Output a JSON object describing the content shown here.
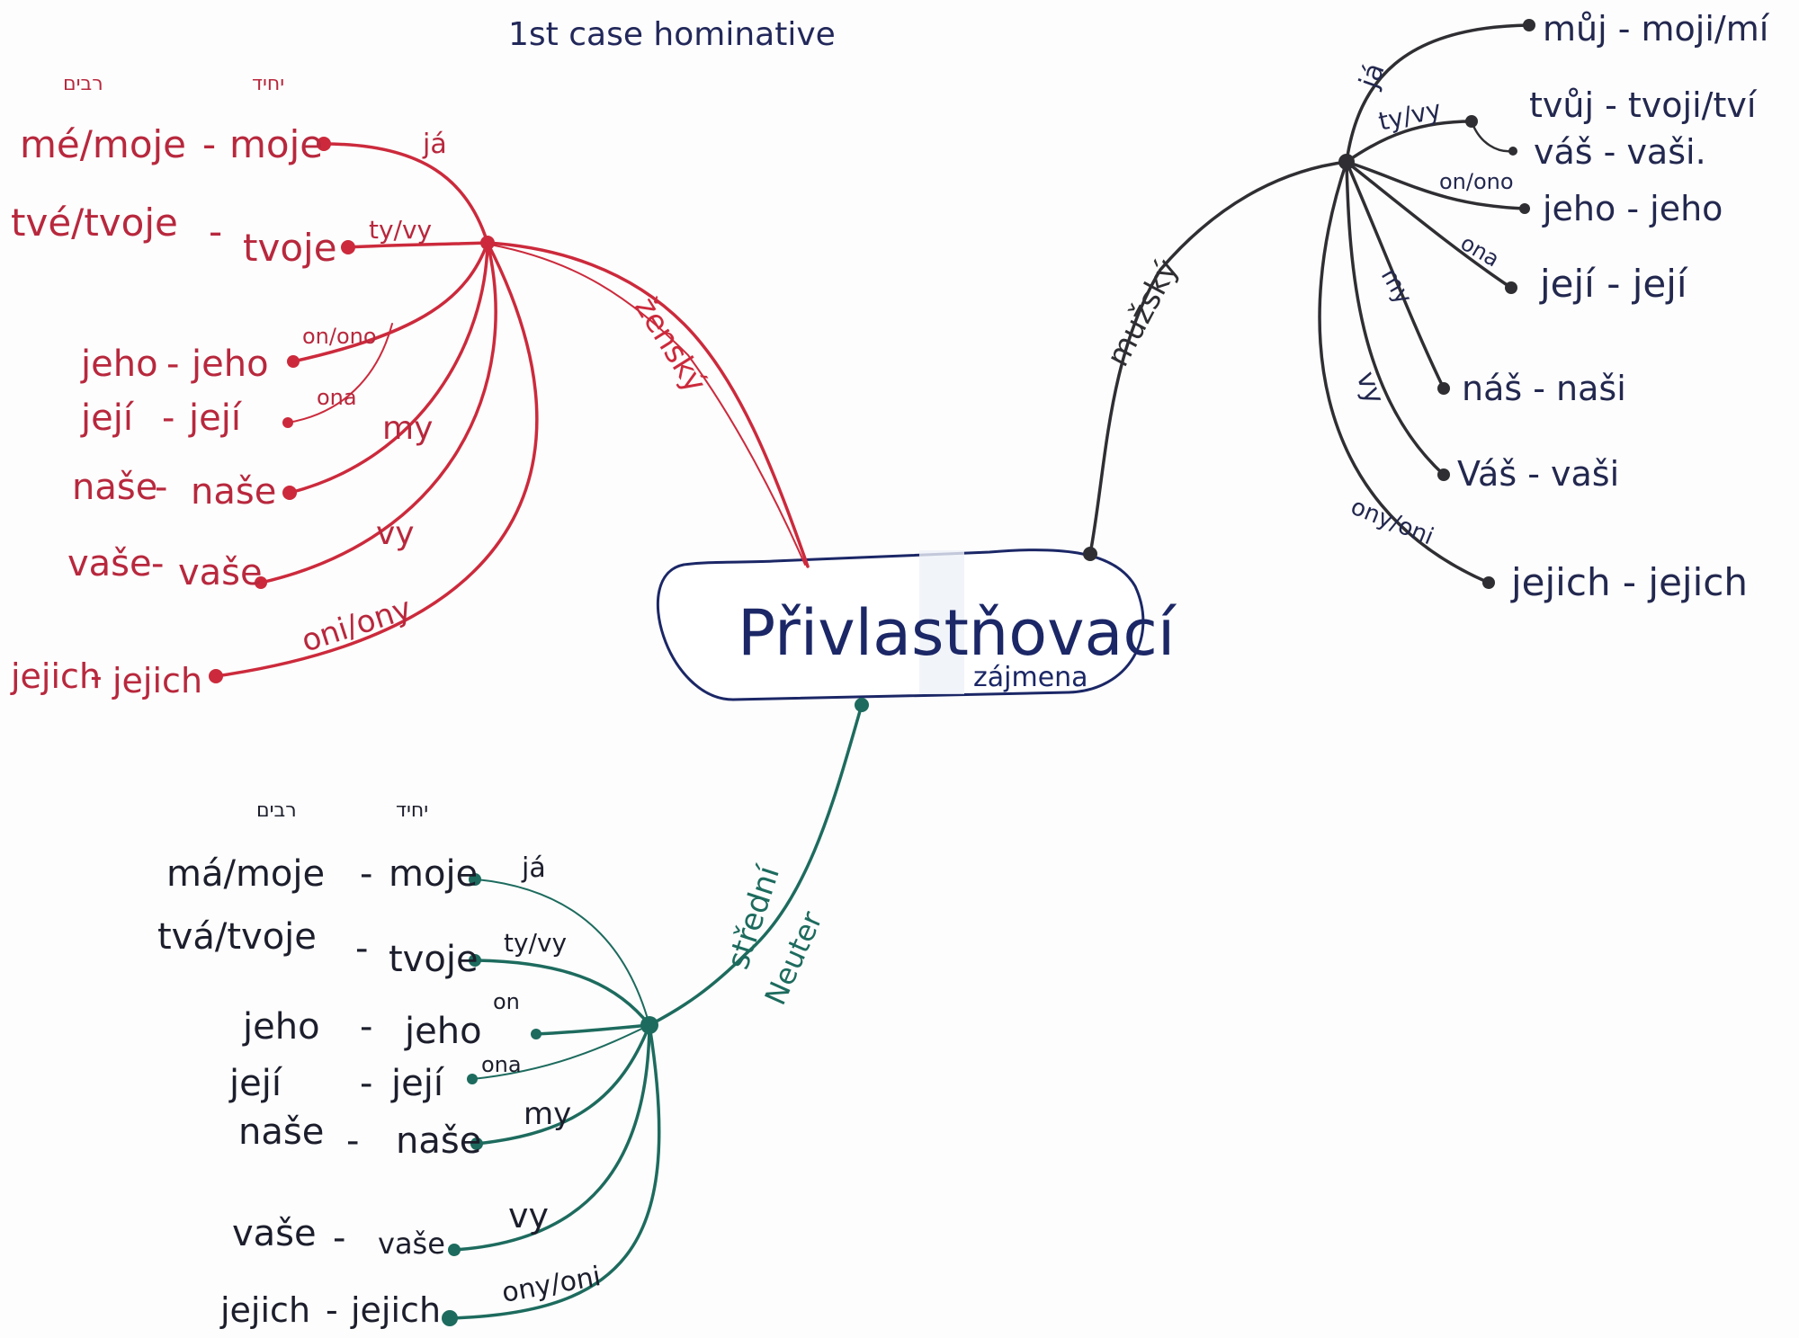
{
  "colors": {
    "feminine": "#cc2a3c",
    "masculine": "#2f2f33",
    "neuter": "#1d6b5e",
    "ink": "#22285a",
    "center_ink": "#1b2766"
  },
  "header": {
    "case_note": "1st case hominative"
  },
  "center": {
    "title": "Přivlastňovací",
    "subtitle": "zájmena"
  },
  "feminine": {
    "branch_label": "ženský",
    "col_plural": "רבים",
    "col_singular": "יחיד",
    "items": [
      {
        "forms": "mé/moje",
        "sep": "-",
        "singular": "moje",
        "pronoun": "já"
      },
      {
        "forms": "tvé/tvoje",
        "sep": "-",
        "singular": "tvoje",
        "pronoun": "ty/vy"
      },
      {
        "forms": "jeho",
        "sep": "-",
        "singular": "jeho",
        "pronoun": "on/ono"
      },
      {
        "forms": "její",
        "sep": "-",
        "singular": "její",
        "pronoun": "ona"
      },
      {
        "forms": "naše",
        "sep": "-",
        "singular": "naše",
        "pronoun": "my"
      },
      {
        "forms": "vaše",
        "sep": "-",
        "singular": "vaše",
        "pronoun": "vy"
      },
      {
        "forms": "jejich",
        "sep": "-",
        "singular": "jejich",
        "pronoun": "oni/ony"
      }
    ]
  },
  "masculine": {
    "branch_label": "mužský",
    "items": [
      {
        "pronoun": "já",
        "text": "můj - moji/mí"
      },
      {
        "pronoun": "ty/vy",
        "text": "tvůj - tvoji/tví"
      },
      {
        "pronoun": "",
        "text": "váš - vaši."
      },
      {
        "pronoun": "on/ono",
        "text": "jeho - jeho"
      },
      {
        "pronoun": "ona",
        "text": "její - její"
      },
      {
        "pronoun": "my",
        "text": "náš - naši"
      },
      {
        "pronoun": "vy",
        "text": "Váš - vaši"
      },
      {
        "pronoun": "ony/oni",
        "text": "jejich - jejich"
      }
    ]
  },
  "neuter": {
    "branch_label": "střední",
    "branch_label_en": "Neuter",
    "col_plural": "רבים",
    "col_singular": "יחיד",
    "items": [
      {
        "forms": "má/moje",
        "sep": "-",
        "singular": "moje",
        "pronoun": "já"
      },
      {
        "forms": "tvá/tvoje",
        "sep": "-",
        "singular": "tvoje",
        "pronoun": "ty/vy"
      },
      {
        "forms": "jeho",
        "sep": "-",
        "singular": "jeho",
        "pronoun": "on"
      },
      {
        "forms": "její",
        "sep": "-",
        "singular": "její",
        "pronoun": "ona"
      },
      {
        "forms": "naše",
        "sep": "-",
        "singular": "naše",
        "pronoun": "my"
      },
      {
        "forms": "vaše",
        "sep": "-",
        "singular": "vaše",
        "pronoun": "vy"
      },
      {
        "forms": "jejich",
        "sep": "-",
        "singular": "jejich",
        "pronoun": "ony/oni"
      }
    ]
  }
}
